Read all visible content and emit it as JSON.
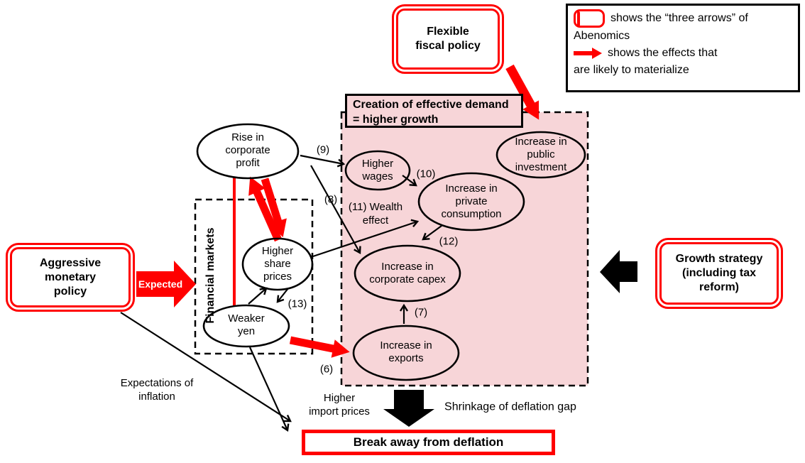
{
  "colors": {
    "red": "#ff0000",
    "pink": "#f7d5d8",
    "black": "#000000"
  },
  "legend": {
    "row1": "shows the “three arrows” of",
    "row2": "Abenomics",
    "row3": "shows the effects that",
    "row4": "are likely to materialize"
  },
  "boxes": {
    "fiscal_policy": "Flexible\nfiscal policy",
    "monetary_policy": "Aggressive\nmonetary\npolicy",
    "growth_strategy": "Growth strategy\n(including tax\nreform)",
    "demand_header": "Creation of effective demand\n= higher growth",
    "financial_markets": "Financial markets",
    "break_away": "Break away from deflation"
  },
  "nodes": {
    "corporate_profit": "Rise in\ncorporate\nprofit",
    "higher_wages": "Higher\nwages",
    "public_investment": "Increase in\npublic\ninvestment",
    "private_consumption": "Increase in\nprivate\nconsumption",
    "corporate_capex": "Increase in\ncorporate capex",
    "exports": "Increase in\nexports",
    "share_prices": "Higher\nshare\nprices",
    "weaker_yen": "Weaker\nyen"
  },
  "labels": {
    "expected": "Expected",
    "n6": "(6)",
    "n7": "(7)",
    "n8": "(8)",
    "n9": "(9)",
    "n10": "(10)",
    "n11_wealth": "(11) Wealth\neffect",
    "n12": "(12)",
    "n13": "(13)",
    "expectations_of_inflation": "Expectations of\ninflation",
    "higher_import_prices": "Higher\nimport prices",
    "shrinkage": "Shrinkage of deflation gap"
  }
}
